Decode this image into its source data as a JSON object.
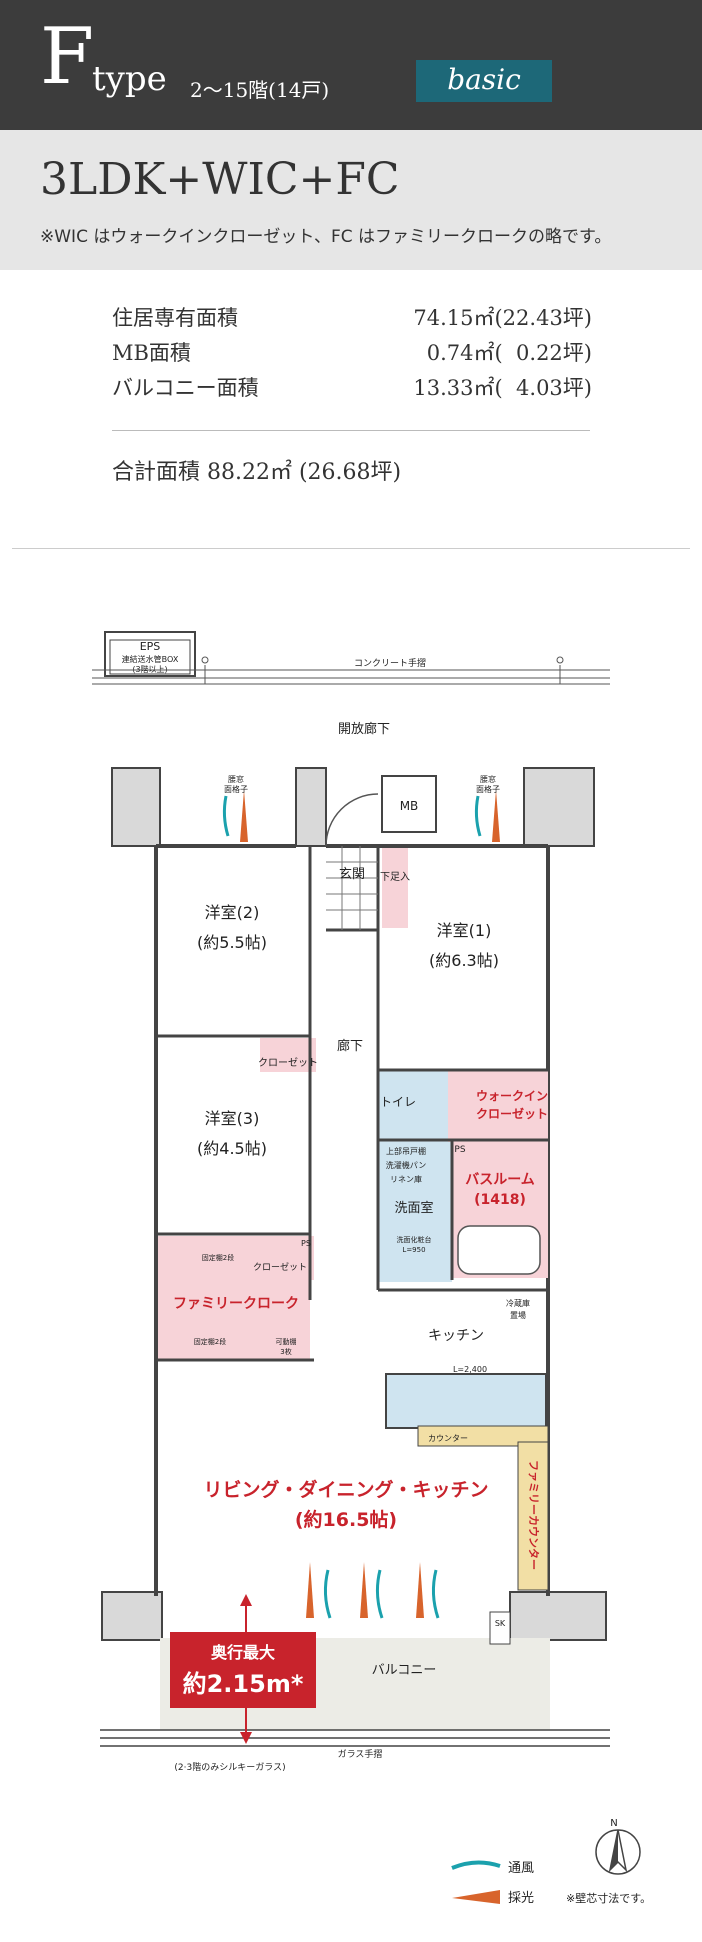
{
  "header": {
    "type_letter": "F",
    "type_word": "type",
    "floors": "2〜15階(14戸)",
    "badge": "basic"
  },
  "subheader": {
    "plan_type": "3LDK+WIC+FC",
    "note": "※WIC はウォークインクローゼット、FC はファミリークロークの略です。"
  },
  "areas": [
    {
      "label": "住居専有面積",
      "value": "74.15㎡(22.43坪)"
    },
    {
      "label": "MB面積",
      "value": "0.74㎡(  0.22坪)"
    },
    {
      "label": "バルコニー面積",
      "value": "13.33㎡(  4.03坪)"
    }
  ],
  "total": "合計面積 88.22㎡ (26.68坪)",
  "plan": {
    "eps": "EPS",
    "eps_sub1": "連結送水管BOX",
    "eps_sub2": "(3階以上)",
    "concrete_rail": "コンクリート手摺",
    "corridor": "開放廊下",
    "lattice_left": "腰窓",
    "lattice_left2": "面格子",
    "lattice_right": "腰窓",
    "lattice_right2": "面格子",
    "mb": "MB",
    "entrance": "玄関",
    "shoe_storage": "下足入",
    "room1": "洋室(1)",
    "room1_size": "(約6.3帖)",
    "room2": "洋室(2)",
    "room2_size": "(約5.5帖)",
    "room3": "洋室(3)",
    "room3_size": "(約4.5帖)",
    "closet": "クローゼット",
    "closet2": "クローゼット",
    "hallway": "廊下",
    "toilet": "トイレ",
    "wic1": "ウォークイン",
    "wic2": "クローゼット",
    "ps": "PS",
    "linen1": "上部吊戸棚",
    "linen2": "洗濯機パン",
    "linen3": "リネン庫",
    "washroom": "洗面室",
    "vanity1": "洗面化粧台",
    "vanity2": "L=950",
    "bathroom": "バスルーム",
    "bathroom_size": "(1418)",
    "fc_top": "固定棚2段",
    "fc_label": "ファミリークローク",
    "fc_bottom": "固定棚2段",
    "movable1": "可動棚",
    "movable2": "3枚",
    "fridge1": "冷蔵庫",
    "fridge2": "置場",
    "kitchen": "キッチン",
    "counter_len": "L=2,400",
    "counter": "カウンター",
    "family_counter": "ファミリーカウンター",
    "ldk": "リビング・ダイニング・キッチン",
    "ldk_size": "(約16.5帖)",
    "depth_title": "奥行最大",
    "depth_value": "約2.15m*",
    "balcony": "バルコニー",
    "sk": "SK",
    "glass_rail": "ガラス手摺",
    "glass_note": "(2·3階のみシルキーガラス)"
  },
  "legend": {
    "compass": "N",
    "ventilation": "通風",
    "daylight": "採光",
    "footnote": "※壁芯寸法です。"
  },
  "colors": {
    "header_bg": "#3c3c3c",
    "badge_bg": "#1d6878",
    "pink_rooms": "#f7d3d8",
    "wet_rooms": "#cfe4f0",
    "counter_yellow": "#f2dfa5",
    "balcony": "#ecece6",
    "accent_red": "#c8232c",
    "wind_teal": "#1ba1ad",
    "light_orange": "#d8642c"
  }
}
